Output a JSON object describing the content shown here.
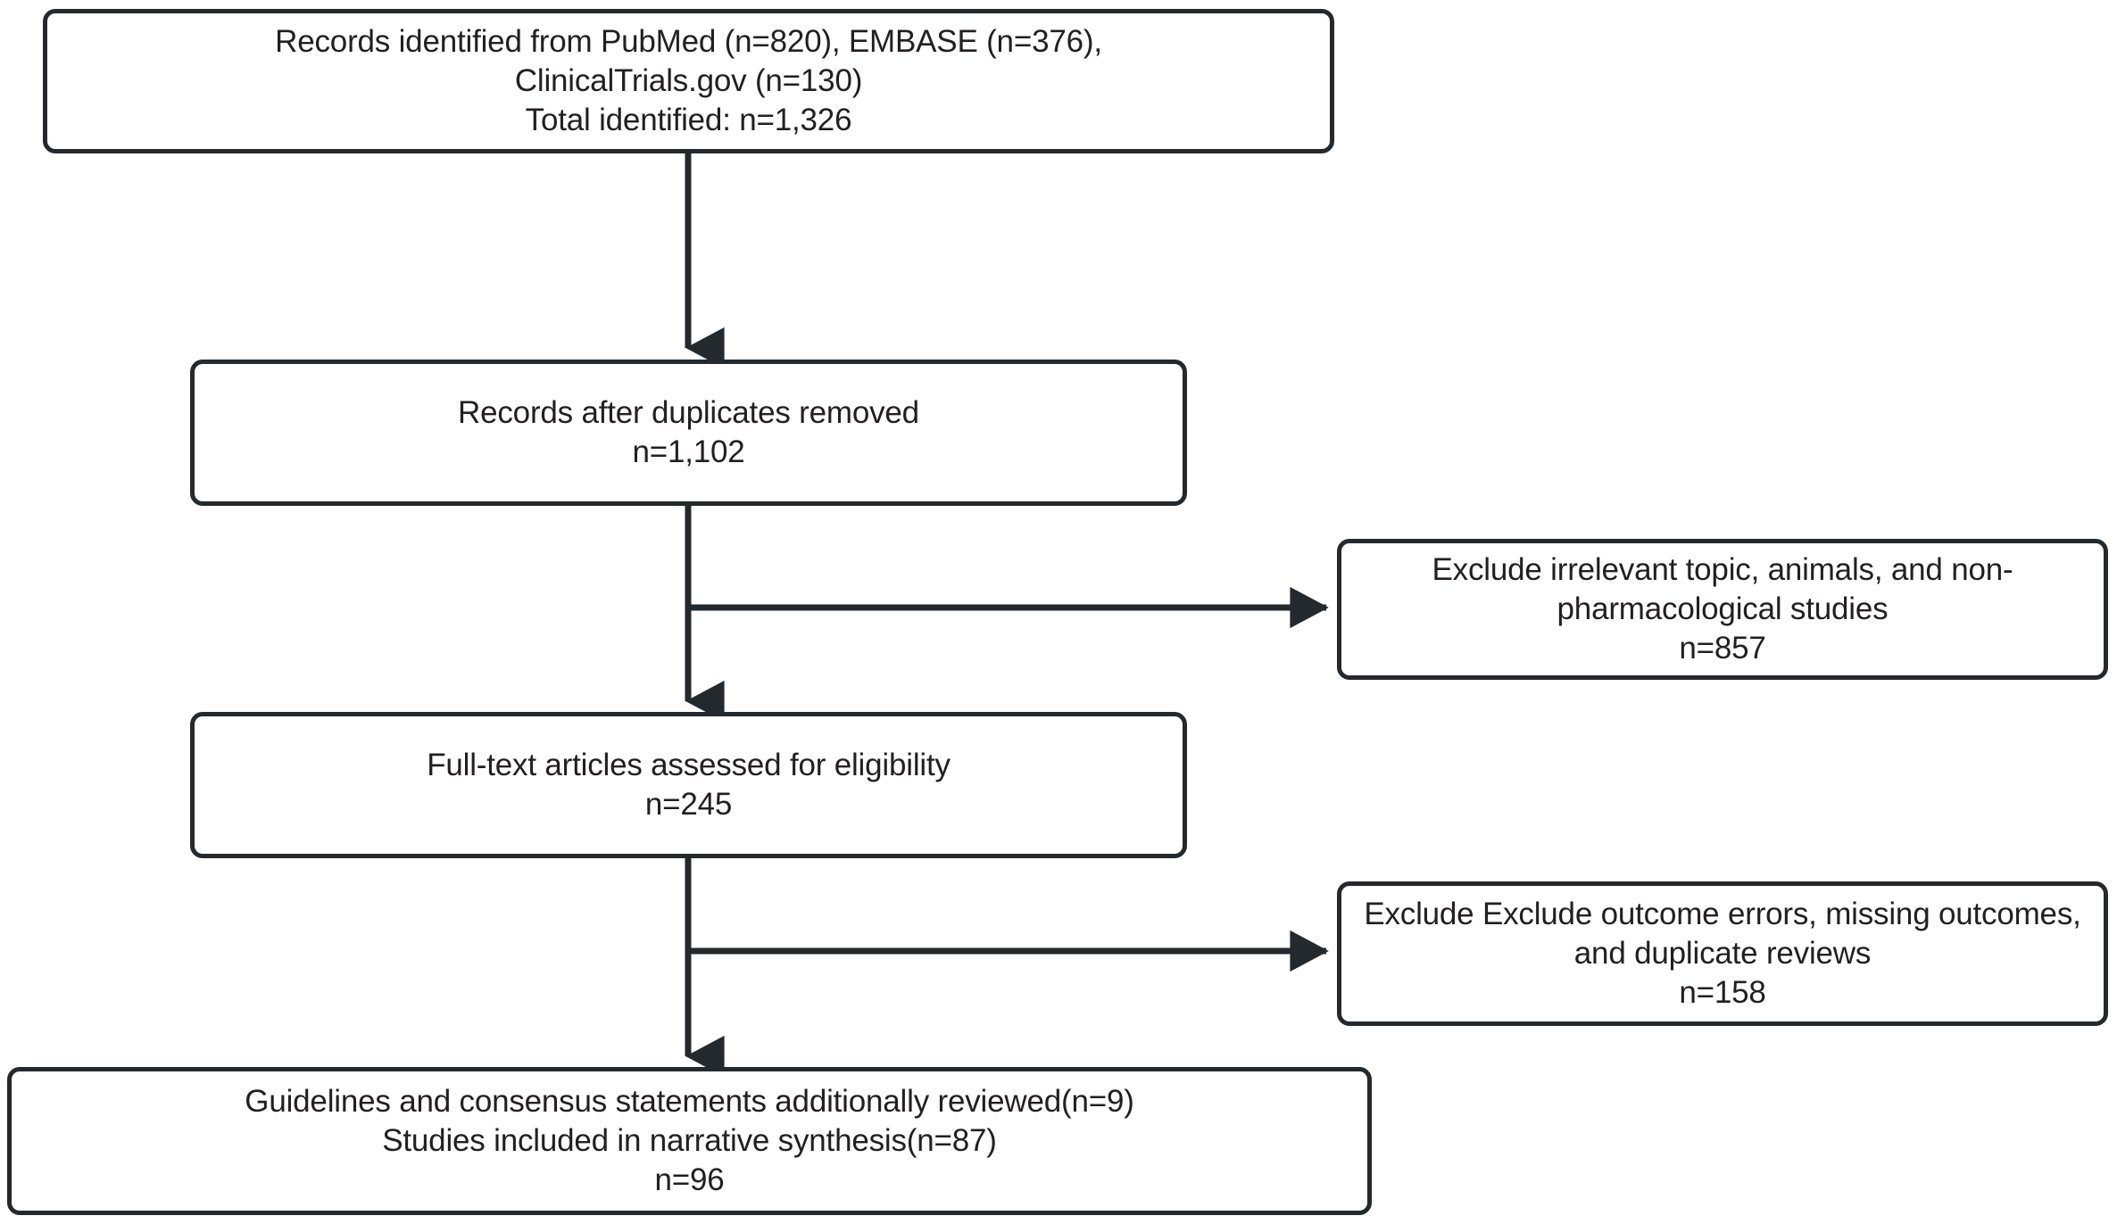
{
  "diagram": {
    "type": "prisma-flow-diagram",
    "title": "PRISMA study selection flow diagram",
    "stroke_color": "#24292d",
    "text_color": "#231f20",
    "background_color": "#ffffff"
  },
  "boxes": {
    "identification": {
      "name": "records-identified",
      "text": "Records identified from PubMed (n=820), EMBASE (n=376),\nClinicalTrials.gov (n=130)\nTotal identified: n=1,326",
      "lines": [
        "Records identified from PubMed (n=820), EMBASE (n=376),",
        "ClinicalTrials.gov (n=130)",
        "Total identified: n=1,326"
      ],
      "counts": {
        "pubmed": 820,
        "embase": 376,
        "clinicaltrials_gov": 130,
        "total_identified": 1326
      }
    },
    "duplicates_removed": {
      "name": "records-after-duplicates-removed",
      "text": "Records after duplicates removed\nn=1,102",
      "lines": [
        "Records after duplicates removed",
        "n=1,102"
      ],
      "counts": {
        "n": 1102
      }
    },
    "exclusion_screening": {
      "name": "exclusion-screening",
      "text": "Exclude irrelevant topic, animals, and non-pharmacological studies\nn=857",
      "lines": [
        "Exclude irrelevant topic, animals, and non-",
        "pharmacological studies",
        "n=857"
      ],
      "counts": {
        "n": 857
      }
    },
    "eligibility": {
      "name": "full-text-assessed",
      "text": "Full-text articles assessed for eligibility\nn=245",
      "lines": [
        "Full-text articles assessed for eligibility",
        "n=245"
      ],
      "counts": {
        "n": 245
      }
    },
    "exclusion_eligibility": {
      "name": "exclusion-eligibility",
      "text": "Exclude Exclude outcome errors, missing outcomes, and duplicate reviews\nn=158",
      "lines": [
        "Exclude Exclude outcome errors, missing",
        "outcomes, and duplicate reviews",
        "n=158"
      ],
      "counts": {
        "n": 158
      }
    },
    "included": {
      "name": "studies-included",
      "text": "Guidelines and consensus statements additionally reviewed(n=9)\nStudies included in narrative synthesis(n=87)\nn=96",
      "lines": [
        "Guidelines and consensus statements additionally reviewed(n=9)",
        "Studies included in narrative synthesis(n=87)",
        "n=96"
      ],
      "counts": {
        "guidelines_consensus": 9,
        "narrative_synthesis": 87,
        "total_included": 96
      }
    }
  },
  "connectors": [
    {
      "name": "arrow-identification-to-duplicates",
      "direction": "down"
    },
    {
      "name": "arrow-duplicates-to-eligibility",
      "direction": "down"
    },
    {
      "name": "arrow-screening-exclusion",
      "direction": "right"
    },
    {
      "name": "arrow-eligibility-to-included",
      "direction": "down"
    },
    {
      "name": "arrow-eligibility-exclusion",
      "direction": "right"
    }
  ]
}
